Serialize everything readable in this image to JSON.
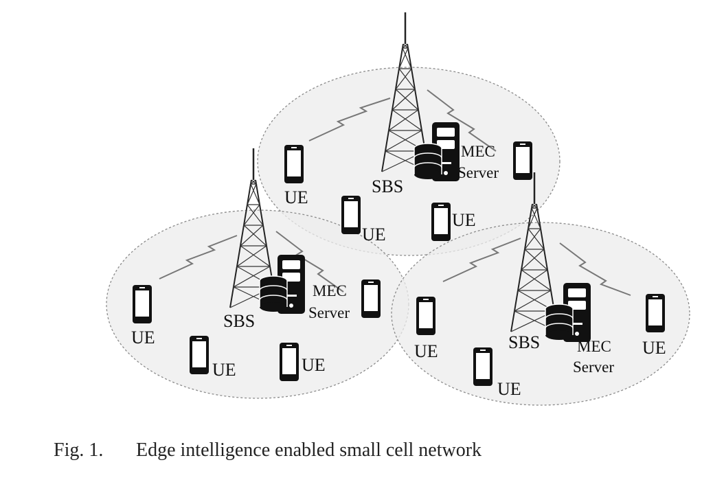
{
  "labels": {
    "ue": "UE",
    "sbs": "SBS",
    "mec_line1": "MEC",
    "mec_line2": "Server"
  },
  "caption": {
    "number": "Fig. 1.",
    "text": "Edge intelligence enabled small cell network"
  },
  "colors": {
    "cell_fill": "#ececec",
    "cell_border": "#8a8a8a",
    "device": "#111111",
    "signal": "#777777"
  },
  "icons": [
    "tower-icon",
    "server-icon",
    "database-icon",
    "phone-icon",
    "lightning-signal-icon"
  ]
}
